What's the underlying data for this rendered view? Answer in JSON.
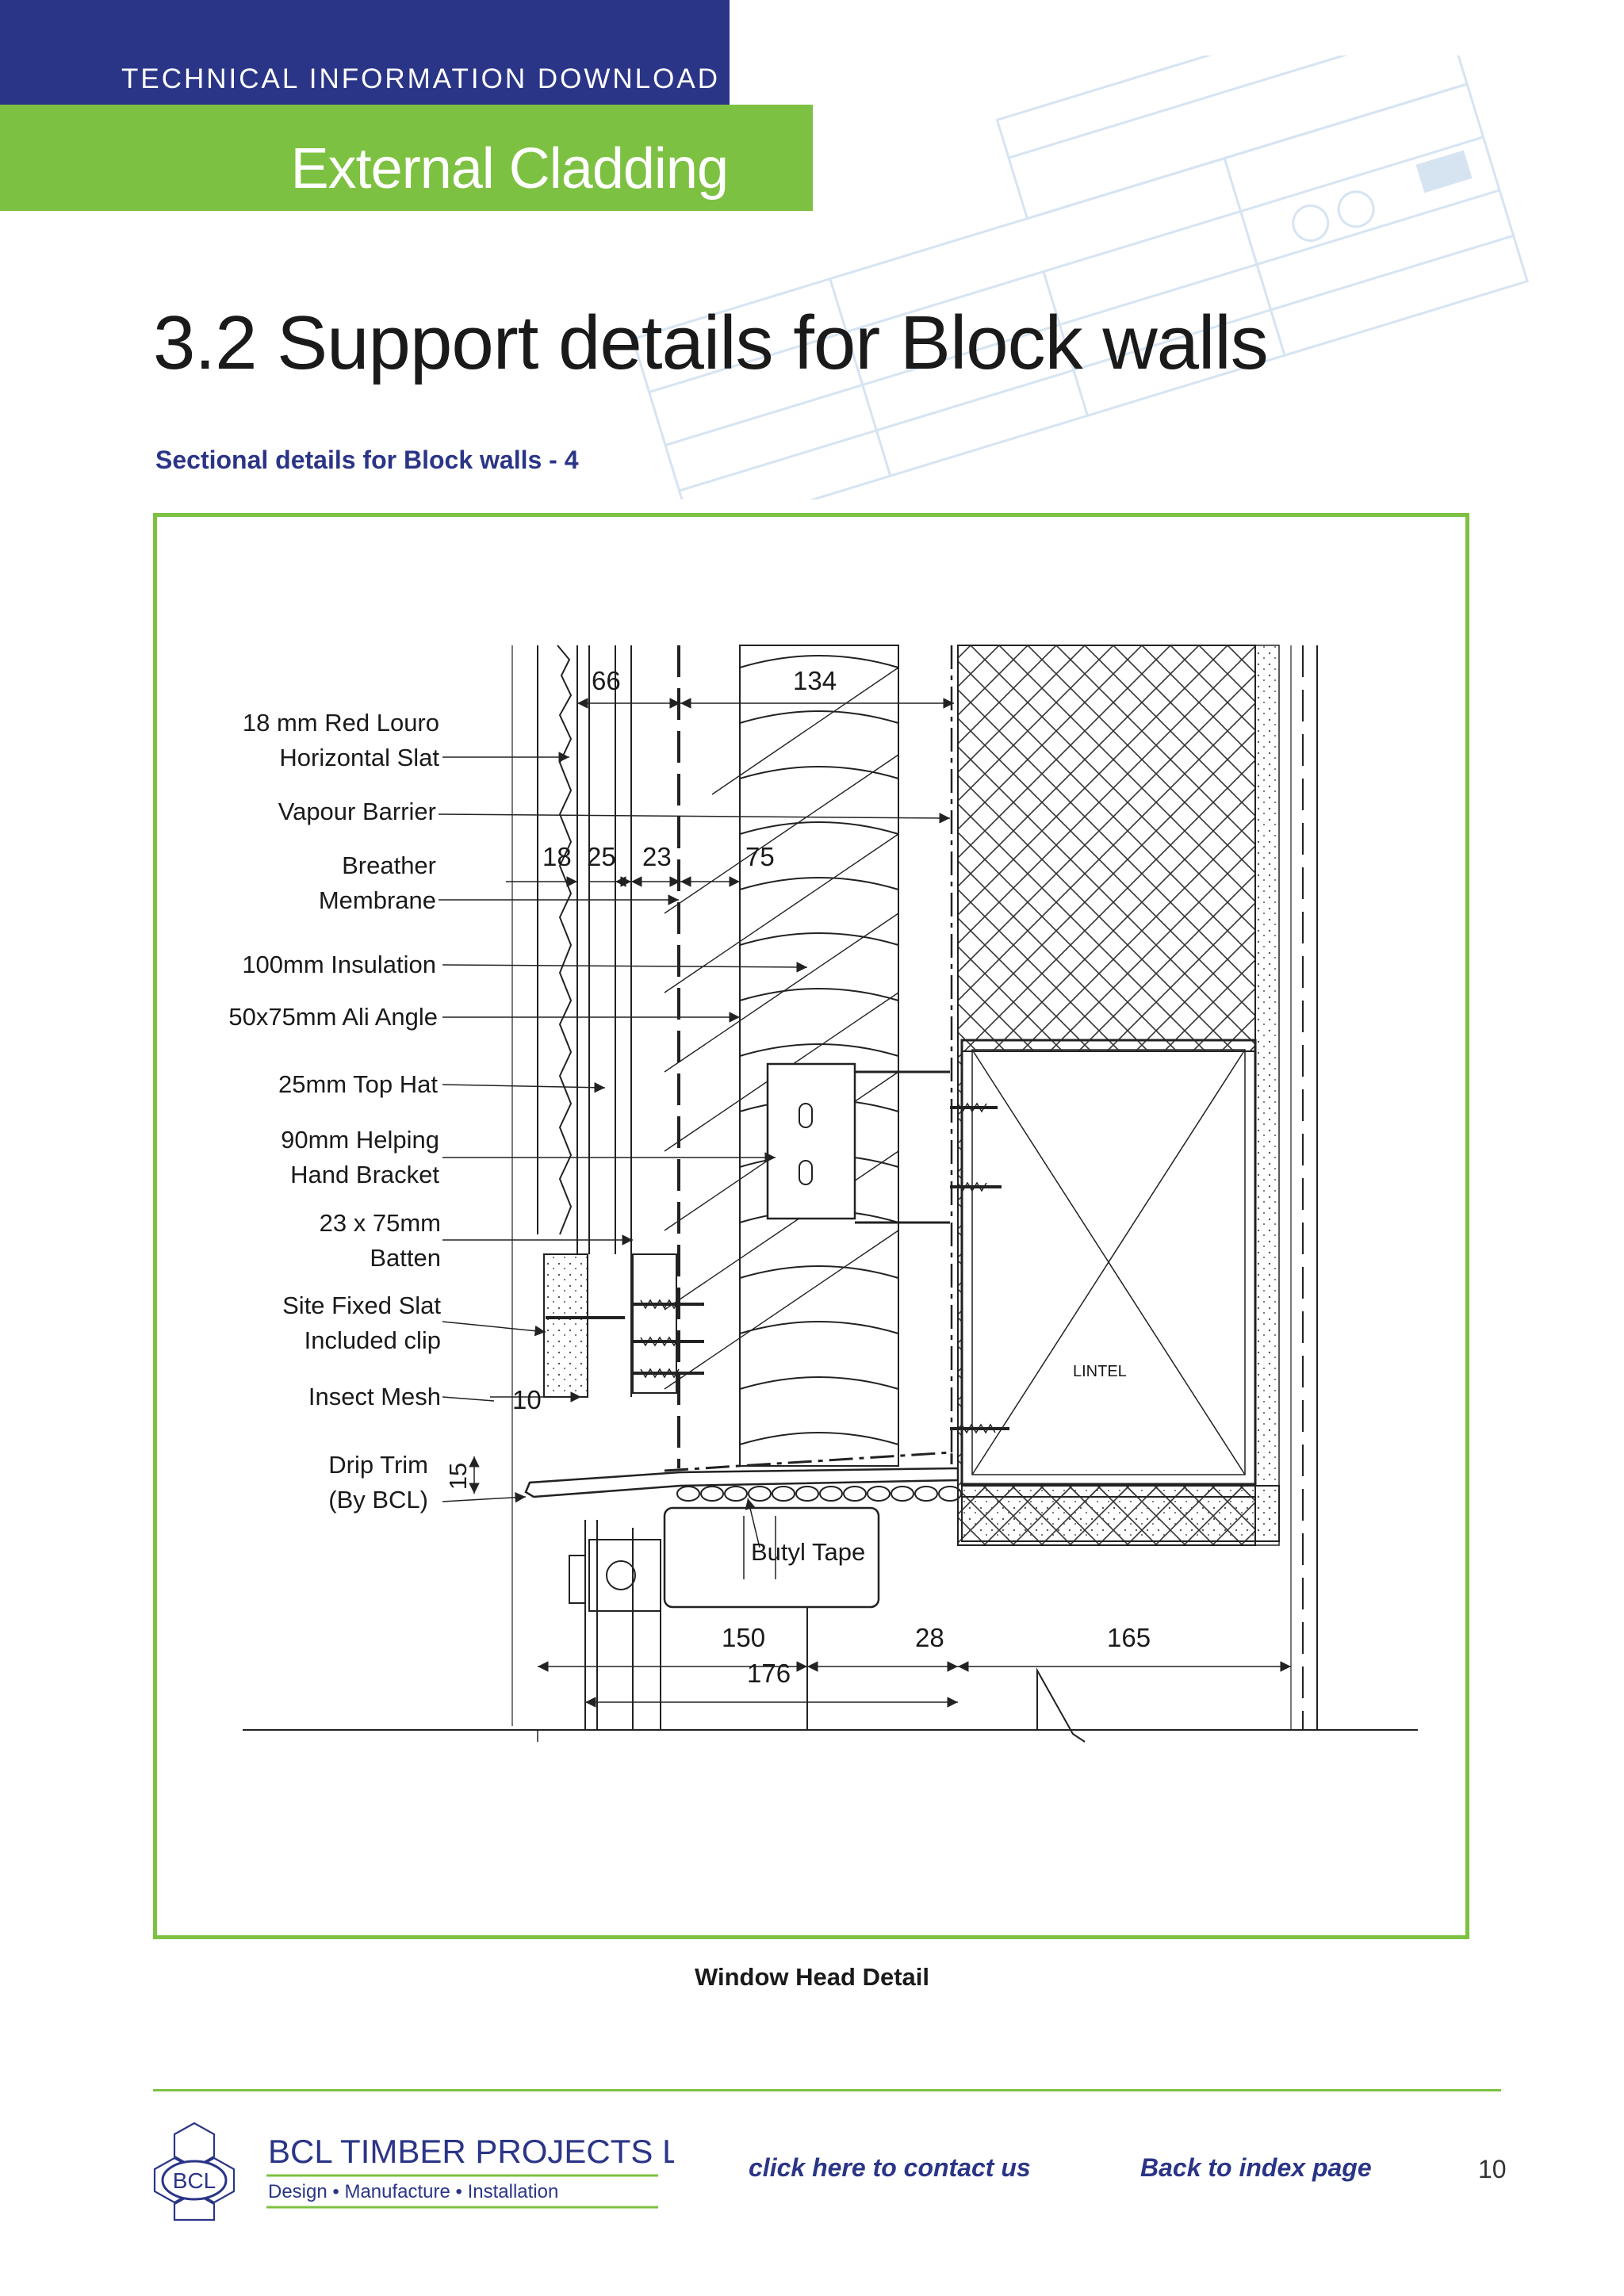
{
  "header": {
    "top_label": "TECHNICAL INFORMATION DOWNLOAD",
    "section": "External Cladding"
  },
  "page": {
    "title": "3.2 Support details for Block walls",
    "subtitle": "Sectional details for Block walls - 4"
  },
  "drawing": {
    "labels": {
      "red_louro_1": "18 mm Red Louro",
      "red_louro_2": "Horizontal Slat",
      "vapour_barrier": "Vapour Barrier",
      "breather_1": "Breather",
      "breather_2": "Membrane",
      "insulation": "100mm Insulation",
      "ali_angle": "50x75mm Ali Angle",
      "top_hat": "25mm Top Hat",
      "bracket_1": "90mm Helping",
      "bracket_2": "Hand Bracket",
      "batten_1": "23 x 75mm",
      "batten_2": "Batten",
      "site_fixed_1": "Site Fixed Slat",
      "site_fixed_2": "Included clip",
      "insect_mesh": "Insect Mesh",
      "drip_trim_1": "Drip Trim",
      "drip_trim_2": "(By BCL)",
      "butyl_tape": "Butyl Tape",
      "lintel": "LINTEL"
    },
    "dimensions": {
      "d66": "66",
      "d134": "134",
      "d18": "18",
      "d25": "25",
      "d23": "23",
      "d75": "75",
      "d10": "10",
      "d15": "15",
      "d150": "150",
      "d28": "28",
      "d165": "165",
      "d176": "176"
    }
  },
  "caption": "Window Head Detail",
  "footer": {
    "company": "BCL TIMBER PROJECTS LTD",
    "logo_mark": "BCL",
    "tagline": "Design  •  Manufacture  •  Installation",
    "contact_link": "click here to contact us",
    "index_link": "Back to index page",
    "page_number": "10"
  },
  "colors": {
    "brand_blue": "#2b3587",
    "brand_green": "#7dc142"
  }
}
